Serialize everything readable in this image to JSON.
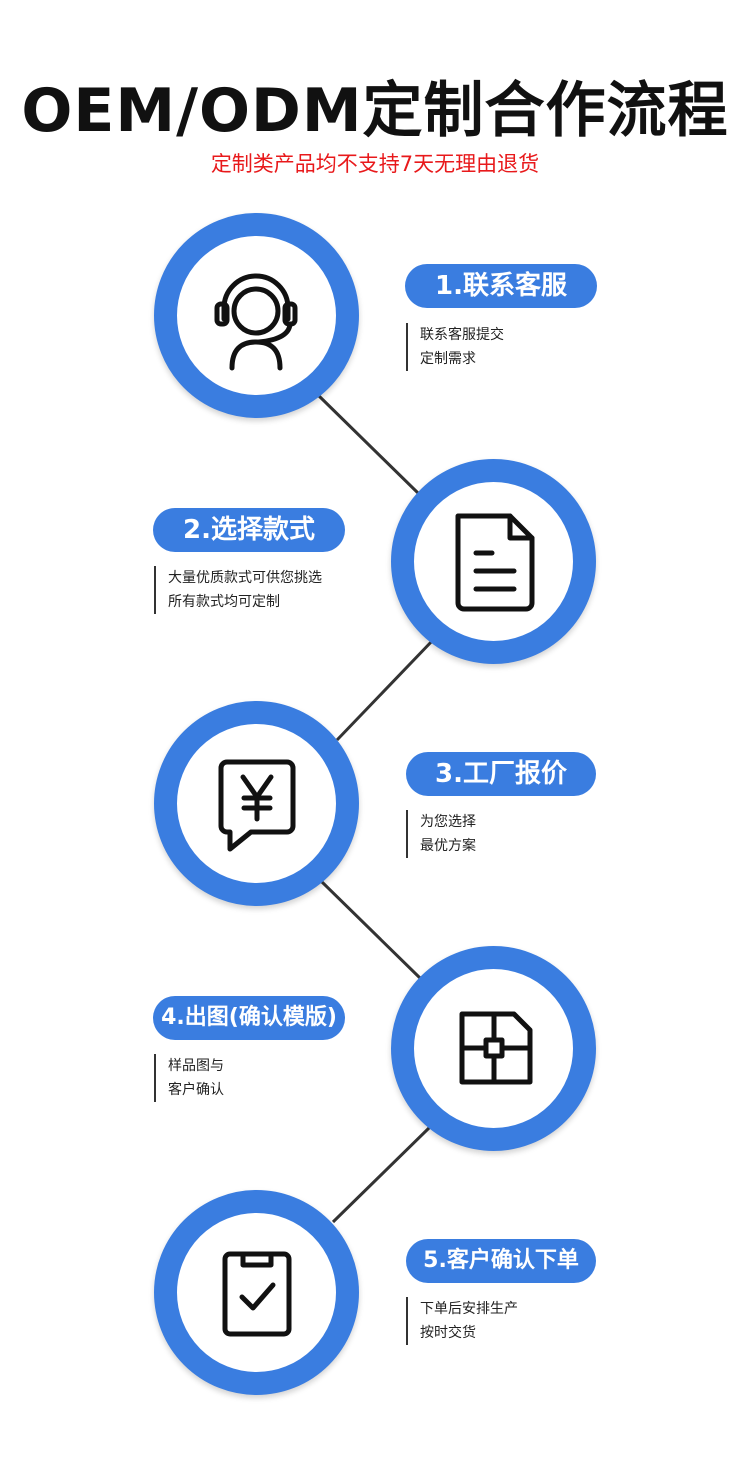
{
  "header": {
    "title": "OEM/ODM定制合作流程",
    "subtitle": "定制类产品均不支持7天无理由退货"
  },
  "colors": {
    "accent": "#3a7de0",
    "notice": "#e8191b",
    "text": "#111111"
  },
  "steps": [
    {
      "title": "1.联系客服",
      "lines": [
        "联系客服提交",
        "定制需求"
      ],
      "icon": "customer-service-icon"
    },
    {
      "title": "2.选择款式",
      "lines": [
        "大量优质款式可供您挑选",
        "所有款式均可定制"
      ],
      "icon": "document-icon"
    },
    {
      "title": "3.工厂报价",
      "lines": [
        "为您选择",
        "最优方案"
      ],
      "icon": "yen-quote-icon"
    },
    {
      "title": "4.出图(确认模版)",
      "lines": [
        "样品图与",
        "客户确认"
      ],
      "icon": "layout-template-icon"
    },
    {
      "title": "5.客户确认下单",
      "lines": [
        "下单后安排生产",
        "按时交货"
      ],
      "icon": "clipboard-check-icon"
    }
  ]
}
